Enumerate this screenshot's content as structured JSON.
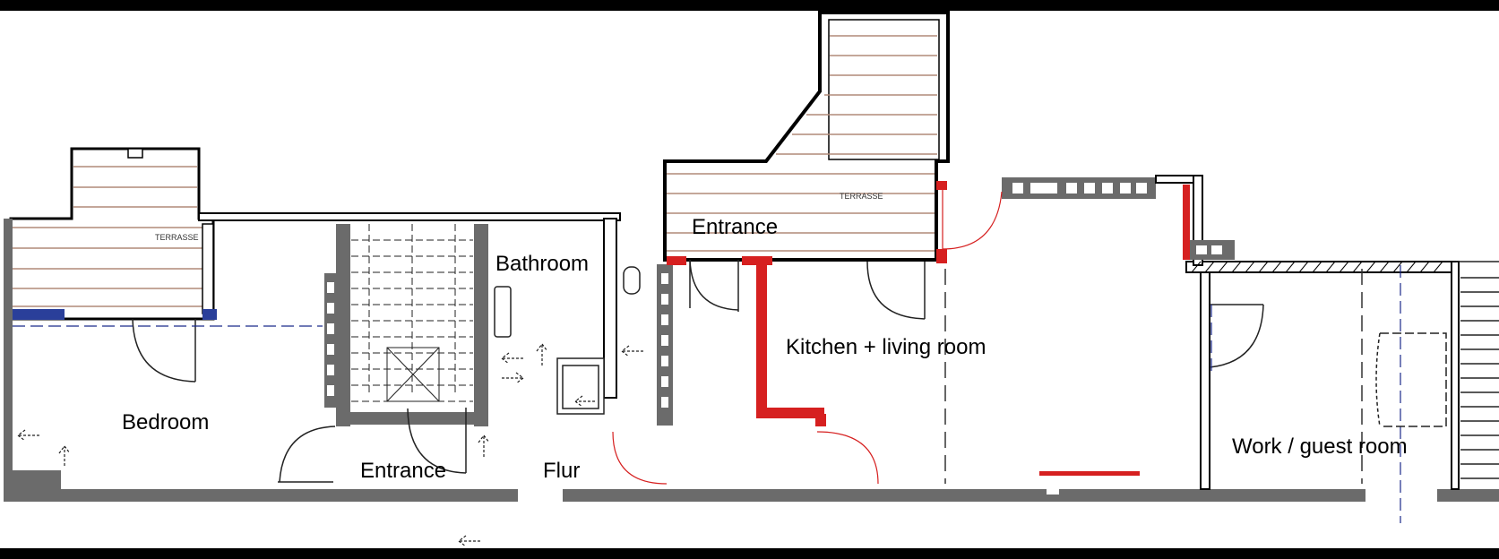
{
  "rooms": {
    "bedroom": "Bedroom",
    "entrance_lower": "Entrance",
    "flur": "Flur",
    "bathroom": "Bathroom",
    "entrance_upper": "Entrance",
    "kitchen_living": "Kitchen + living room",
    "work_guest": "Work / guest room"
  },
  "terraces": {
    "left": "TERRASSE",
    "upper": "TERRASSE"
  },
  "colors": {
    "wall": "#6b6b6b",
    "new_wall": "#d62020",
    "deck_line": "#b08a78",
    "axis_line": "#1a2a8a",
    "background": "#ffffff"
  }
}
